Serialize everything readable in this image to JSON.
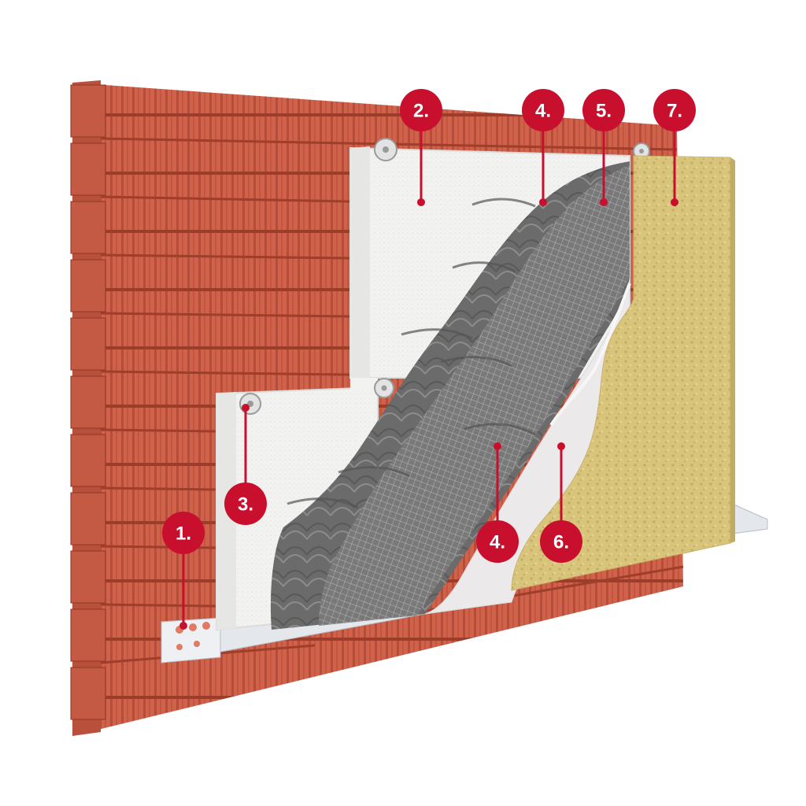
{
  "colors": {
    "brick": "#d0614a",
    "brick_dark": "#a8432f",
    "insulation": "#f1f1f0",
    "adhesive": "#6d6d6d",
    "mesh": "#9a9a9a",
    "primer": "#ece9ea",
    "render": "#d8c27a",
    "callout": "#c8102e"
  },
  "callouts": [
    {
      "id": "1",
      "label": "1."
    },
    {
      "id": "2",
      "label": "2."
    },
    {
      "id": "3",
      "label": "3."
    },
    {
      "id": "4a",
      "label": "4."
    },
    {
      "id": "4b",
      "label": "4."
    },
    {
      "id": "5",
      "label": "5."
    },
    {
      "id": "6",
      "label": "6."
    },
    {
      "id": "7",
      "label": "7."
    }
  ]
}
